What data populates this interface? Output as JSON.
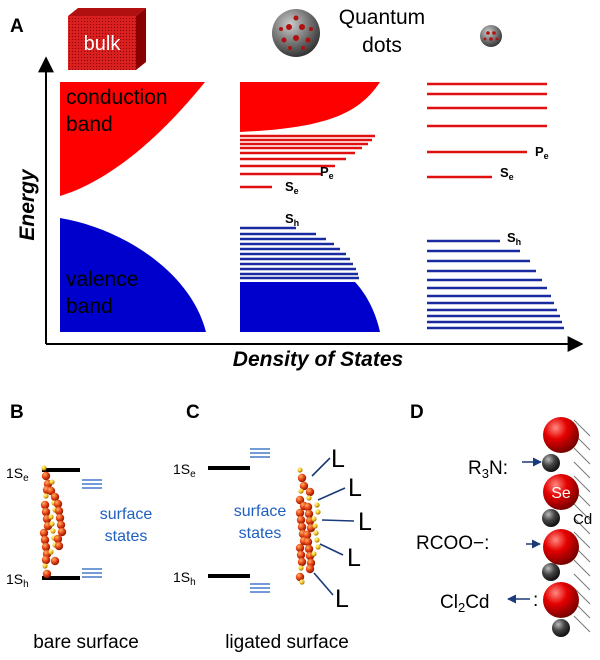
{
  "panels": {
    "a": "A",
    "b": "B",
    "c": "C",
    "d": "D"
  },
  "panel_a": {
    "bulk_label": "bulk",
    "qd_label_1": "Quantum",
    "qd_label_2": "dots",
    "conduction_1": "conduction",
    "conduction_2": "band",
    "valence_1": "valence",
    "valence_2": "band",
    "y_axis": "Energy",
    "x_axis": "Density of States",
    "S": "S",
    "P": "P",
    "sub_e": "e",
    "sub_h": "h"
  },
  "panel_b": {
    "level_1s": "1S",
    "sub_e": "e",
    "sub_h": "h",
    "surface_1": "surface",
    "surface_2": "states",
    "caption": "bare surface"
  },
  "panel_c": {
    "level_1s": "1S",
    "sub_e": "e",
    "sub_h": "h",
    "surface_1": "surface",
    "surface_2": "states",
    "ligand": "L",
    "caption": "ligated surface"
  },
  "panel_d": {
    "r3n_main": "R",
    "r3n_sub": "3",
    "r3n_tail": "N:",
    "rcoo": "RCOO",
    "rcoo_tail": "−:",
    "cl_main": "Cl",
    "cl_sub": "2",
    "cl_tail": "Cd",
    "colon": ":",
    "se": "Se",
    "cd": "Cd"
  },
  "colors": {
    "conduction": "#ff0000",
    "valence": "#0000cc",
    "level_red": "#e01010",
    "level_blue": "#1a2aa0",
    "surface_blue": "#1f5fbf",
    "arrow": "#1a3a7a"
  }
}
